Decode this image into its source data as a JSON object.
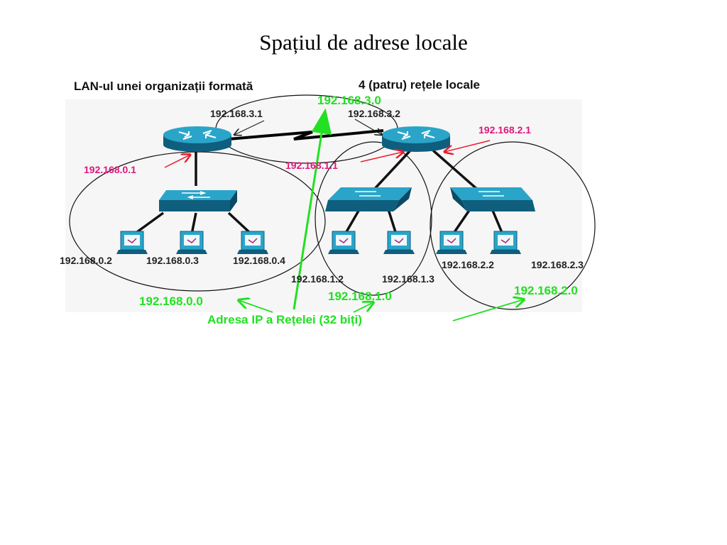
{
  "slide": {
    "title": "Spațiul de adrese locale"
  },
  "diagram": {
    "heading_left": "LAN-ul unei organizații formată",
    "heading_right": "4 (patru) rețele locale",
    "network_3": "192.168.3.0",
    "network_0": "192.168.0.0",
    "network_1": "192.168.1.0",
    "network_2": "192.168.2.0",
    "ip_address_caption": "Adresa IP a Rețelei (32 biți)",
    "router_left_wan": "192.168.3.1",
    "router_right_wan": "192.168.3.2",
    "router_left_lan": "192.168.0.1",
    "router_right_lan1": "192.168.1.1",
    "router_right_lan2": "192.168.2.1",
    "hosts": {
      "h_0_2": "192.168.0.2",
      "h_0_3": "192.168.0.3",
      "h_0_4": "192.168.0.4",
      "h_1_2": "192.168.1.2",
      "h_1_3": "192.168.1.3",
      "h_2_2": "192.168.2.2",
      "h_2_3": "192.168.2.3"
    },
    "colors": {
      "network_label": "#22e022",
      "router_label": "#e0167d",
      "device_blue": "#2aa5c9",
      "device_dark": "#0f5e7e"
    }
  }
}
